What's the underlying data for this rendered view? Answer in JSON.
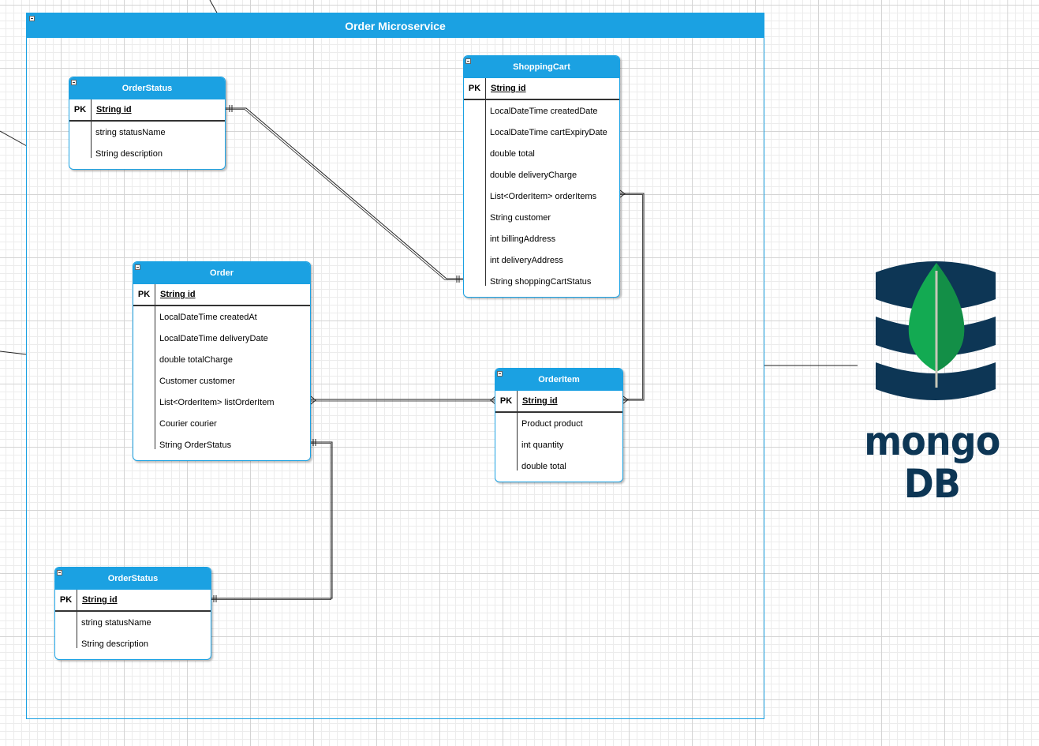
{
  "container": {
    "title": "Order Microservice"
  },
  "entities": {
    "order_status_top": {
      "title": "OrderStatus",
      "pk_label": "PK",
      "pk_field": "String id",
      "attributes": [
        "string statusName",
        "String description"
      ]
    },
    "shopping_cart": {
      "title": "ShoppingCart",
      "pk_label": "PK",
      "pk_field": "String id",
      "attributes": [
        "LocalDateTime createdDate",
        "LocalDateTime cartExpiryDate",
        "double total",
        "double deliveryCharge",
        "List<OrderItem> orderItems",
        "String customer",
        "int billingAddress",
        "int deliveryAddress",
        "String shoppingCartStatus"
      ]
    },
    "order": {
      "title": "Order",
      "pk_label": "PK",
      "pk_field": "String id",
      "attributes": [
        "LocalDateTime createdAt",
        "LocalDateTime deliveryDate",
        "double totalCharge",
        "Customer customer",
        "List<OrderItem> listOrderItem",
        "Courier courier",
        "String OrderStatus"
      ]
    },
    "order_item": {
      "title": "OrderItem",
      "pk_label": "PK",
      "pk_field": "String id",
      "attributes": [
        "Product product",
        "int quantity",
        "double total"
      ]
    },
    "order_status_bottom": {
      "title": "OrderStatus",
      "pk_label": "PK",
      "pk_field": "String id",
      "attributes": [
        "string statusName",
        "String description"
      ]
    }
  },
  "logo": {
    "text": "mongo DB",
    "icon": "mongodb-database-icon"
  },
  "colors": {
    "accent": "#1ba1e2",
    "logo_dark": "#0d3655",
    "leaf_light": "#13aa52",
    "leaf_dark": "#138f47"
  }
}
